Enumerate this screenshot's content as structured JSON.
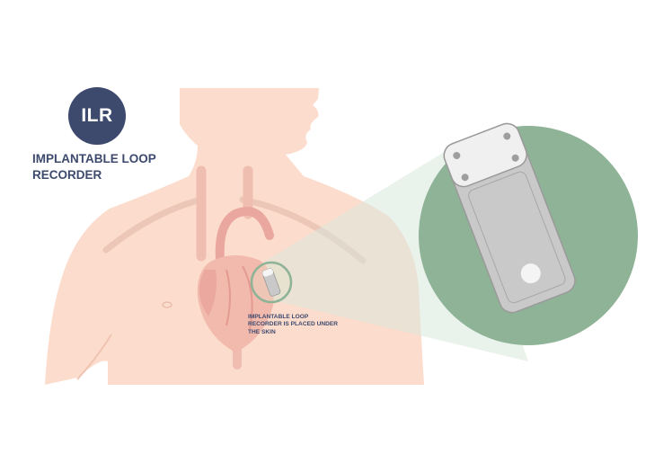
{
  "badge": {
    "text": "ILR"
  },
  "title": {
    "line1": "IMPLANTABLE LOOP",
    "line2": "RECORDER"
  },
  "caption": {
    "line1": "IMPLANTABLE LOOP",
    "line2": "RECORDER IS PLACED UNDER",
    "line3": "THE SKIN"
  },
  "colors": {
    "skin": "#fcdccc",
    "accent_navy": "#3d4a6e",
    "zoom_circle": "#8fb397",
    "device_body": "#c9c9c9",
    "device_cap": "#eeeeee",
    "vessel_red": "#e9a7a0"
  }
}
